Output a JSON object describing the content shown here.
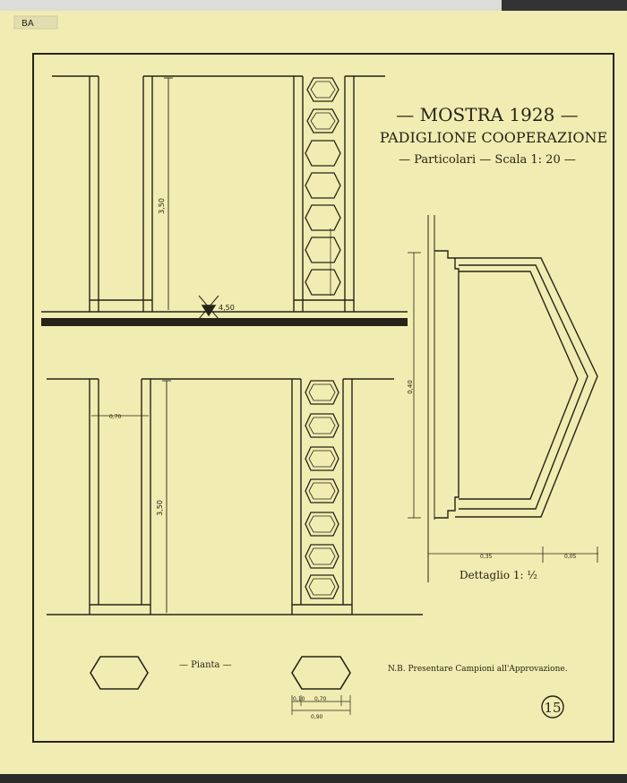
{
  "title_block": {
    "title": "— MOSTRA 1928 —",
    "subtitle": "PADIGLIONE COOPERAZIONE",
    "scale_line": "— Particolari — Scala 1: 20 —"
  },
  "archive_stamp": "BA",
  "dimensions": {
    "upper_height": "3,50",
    "lower_height": "3,50",
    "level_mark": "4,50",
    "detail_height": "0,40",
    "detail_width": "0,35",
    "detail_depth": "0,05",
    "post_width": "0,10",
    "gap_width": "0,70",
    "plan_total": "0,90"
  },
  "detail_label": "Dettaglio 1: ½",
  "plan_label": "— Pianta —",
  "note": "N.B. Presentare Campioni all'Approvazione.",
  "sheet_number": "15",
  "colors": {
    "paper": "#f1ecb1",
    "ink": "#262418"
  }
}
